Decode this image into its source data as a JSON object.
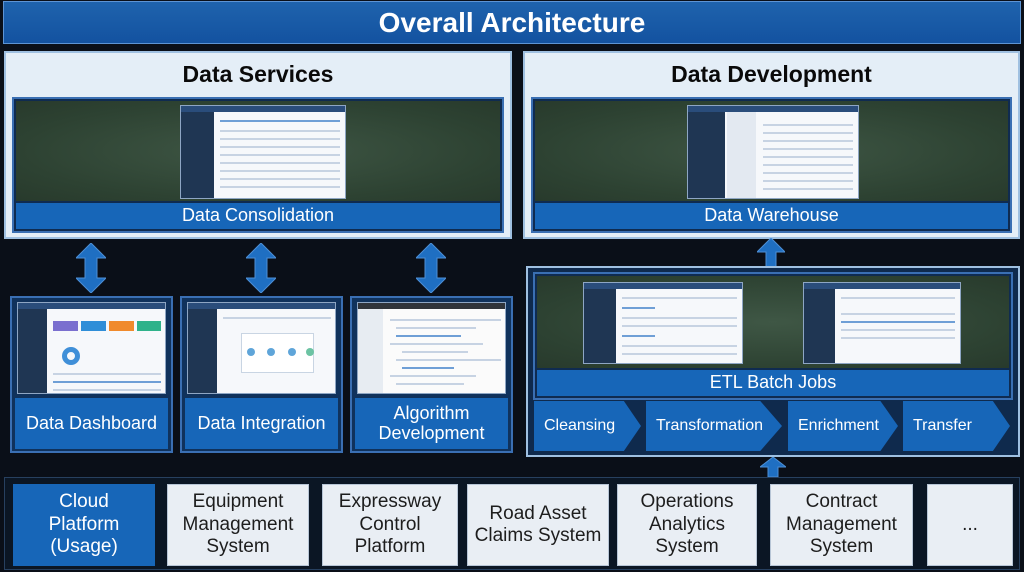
{
  "title": "Overall Architecture",
  "data_services": {
    "title": "Data Services",
    "consolidation_label": "Data Consolidation",
    "tools": [
      {
        "label": "Data Dashboard"
      },
      {
        "label": "Data Integration"
      },
      {
        "label": "Algorithm Development"
      }
    ]
  },
  "data_development": {
    "title": "Data Development",
    "warehouse_label": "Data Warehouse",
    "etl_label": "ETL Batch Jobs",
    "steps": [
      "Cleansing",
      "Transformation",
      "Enrichment",
      "Transfer"
    ]
  },
  "sources": [
    {
      "label": "Cloud Platform (Usage)"
    },
    {
      "label": "Equipment Management System"
    },
    {
      "label": "Expressway Control Platform"
    },
    {
      "label": "Road Asset Claims System"
    },
    {
      "label": "Operations Analytics System"
    },
    {
      "label": "Contract Management System"
    },
    {
      "label": "..."
    }
  ],
  "colors": {
    "title_blue": "#1352a0",
    "band_blue": "#1766b8",
    "panel_light": "#e4eef7",
    "dark_bg": "#0a0f18",
    "arrow_blue": "#1f6fc2"
  }
}
